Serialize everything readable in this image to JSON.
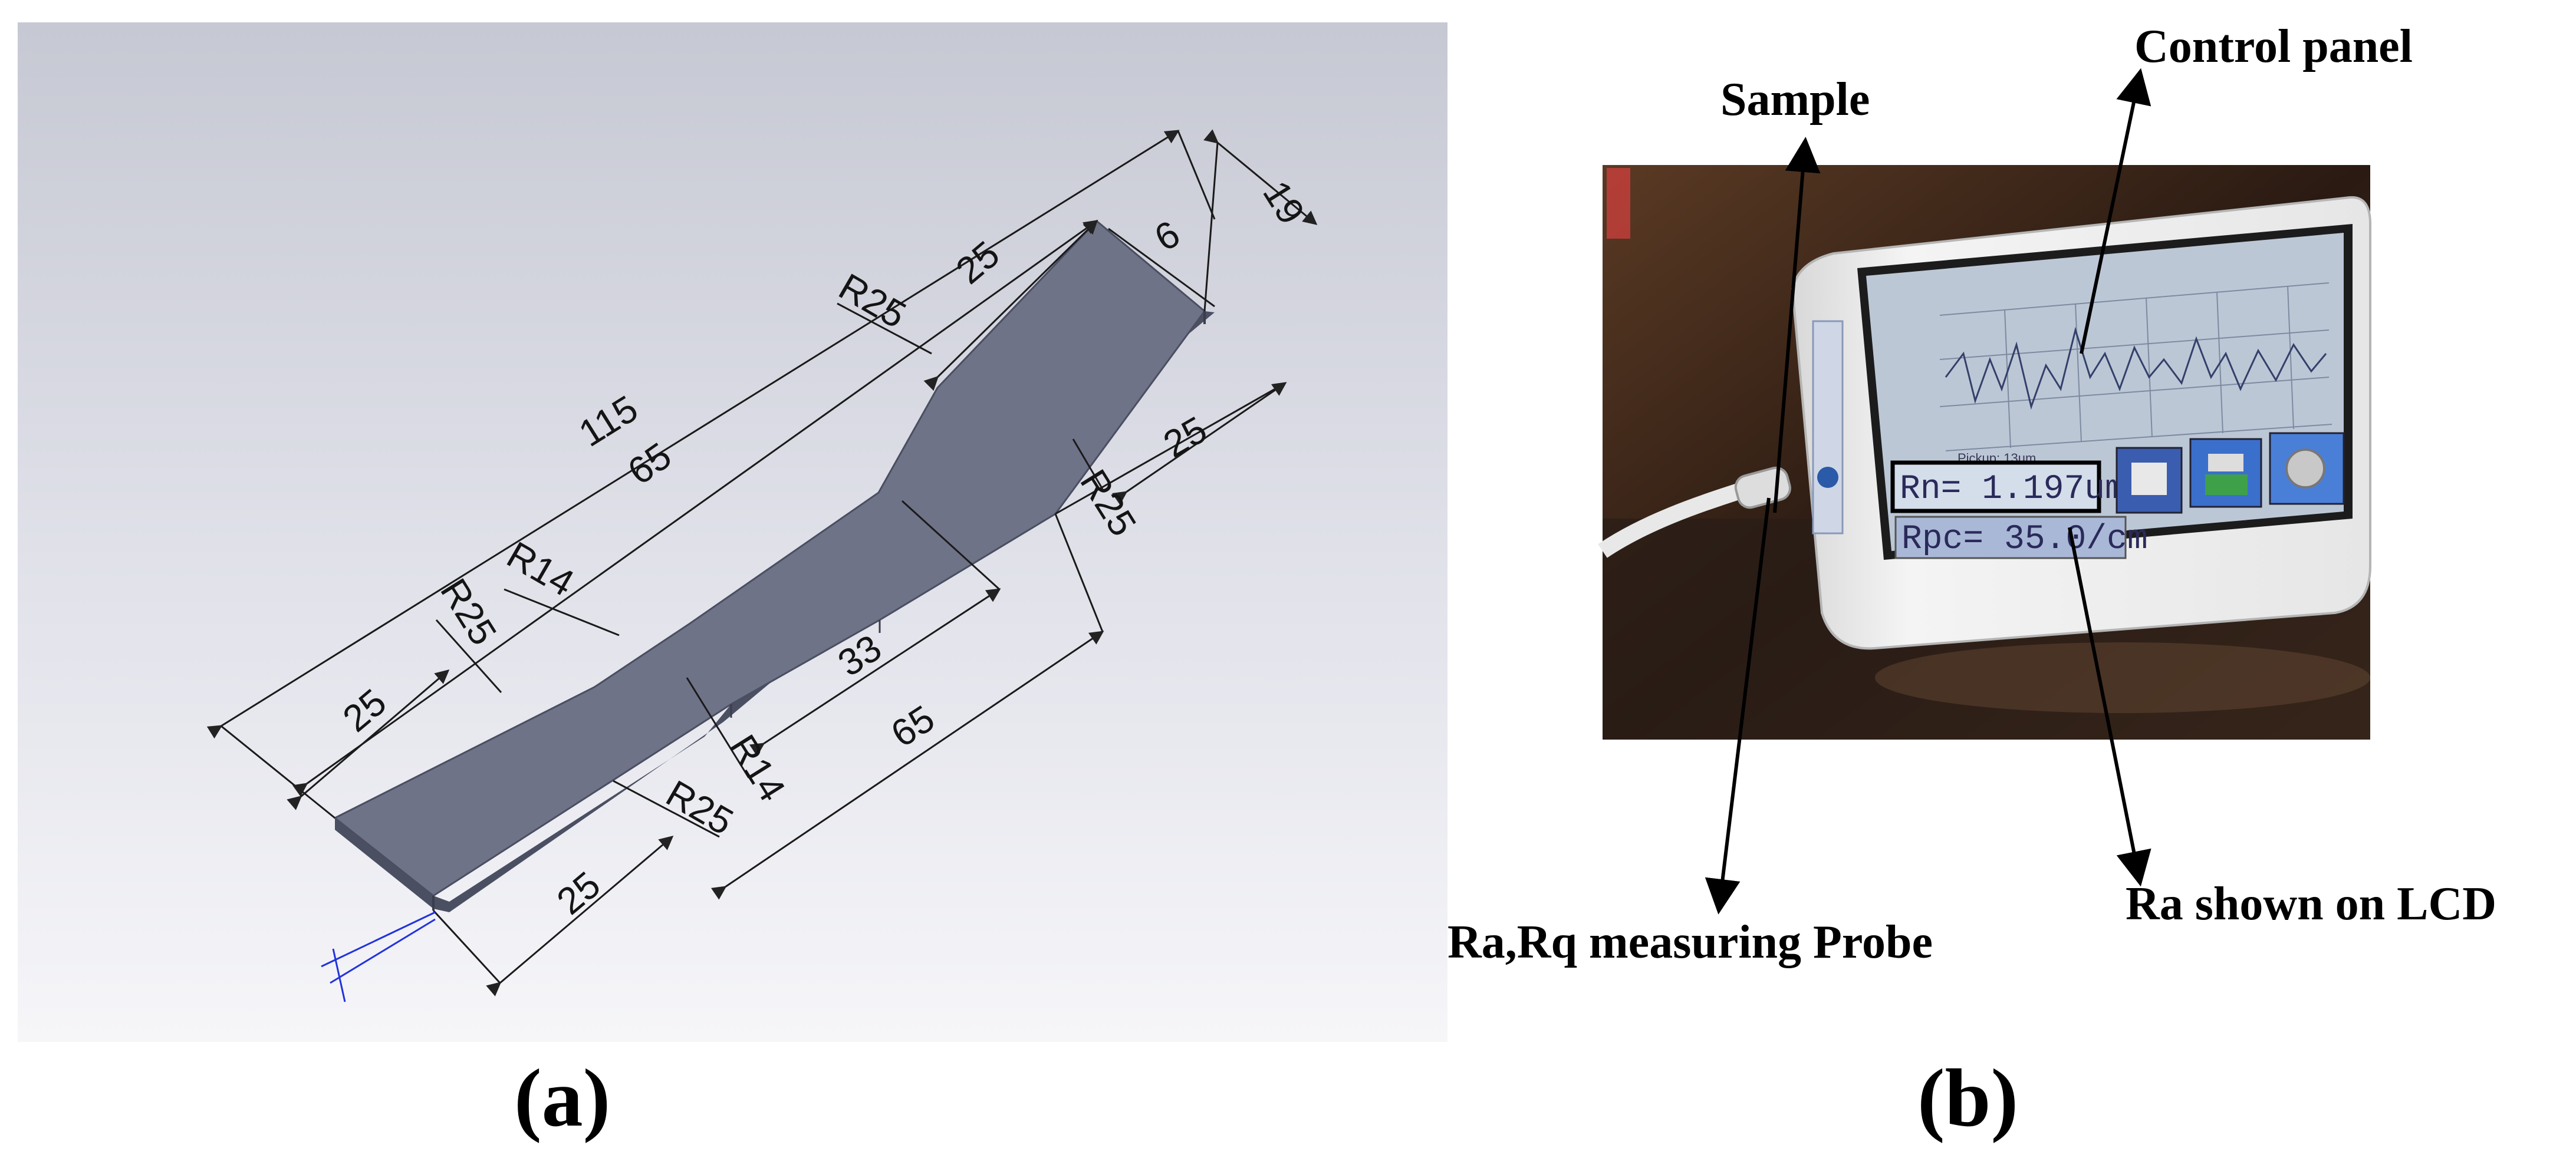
{
  "panel_a": {
    "caption": "(a)",
    "dimensions": {
      "total_length": "115",
      "gauge_span": "65",
      "grip_width": "19",
      "gauge_width": "6",
      "grip_length_top_right": "25",
      "grip_length_right": "25",
      "grip_length_left": "25",
      "grip_length_bottom": "25",
      "parallel_length": "33",
      "lower_span": "65",
      "radius_large_top": "R25",
      "radius_large_right": "R25",
      "radius_large_left": "R25",
      "radius_large_bottom": "R25",
      "radius_small_left": "R14",
      "radius_small_bottom": "R14"
    }
  },
  "panel_b": {
    "caption": "(b)",
    "labels": {
      "sample": "Sample",
      "control_panel": "Control panel",
      "probe": "Ra,Rq measuring Probe",
      "ra_shown": "Ra shown on LCD"
    },
    "lcd": {
      "ra_reading": "Rn=  1.197um",
      "rpc_reading": "Rpc=   35.0/cm",
      "pickup_text": "Pickup: 13um"
    }
  },
  "colors": {
    "cad_background_top": "#c9cbd6",
    "cad_background_bottom": "#f4f4f8",
    "specimen_face": "#6e7286",
    "specimen_edge": "#474b5c",
    "photo_background": "#3a2418",
    "lcd_screen": "#bcc7d6",
    "annotation_blue": "#2233dd"
  }
}
